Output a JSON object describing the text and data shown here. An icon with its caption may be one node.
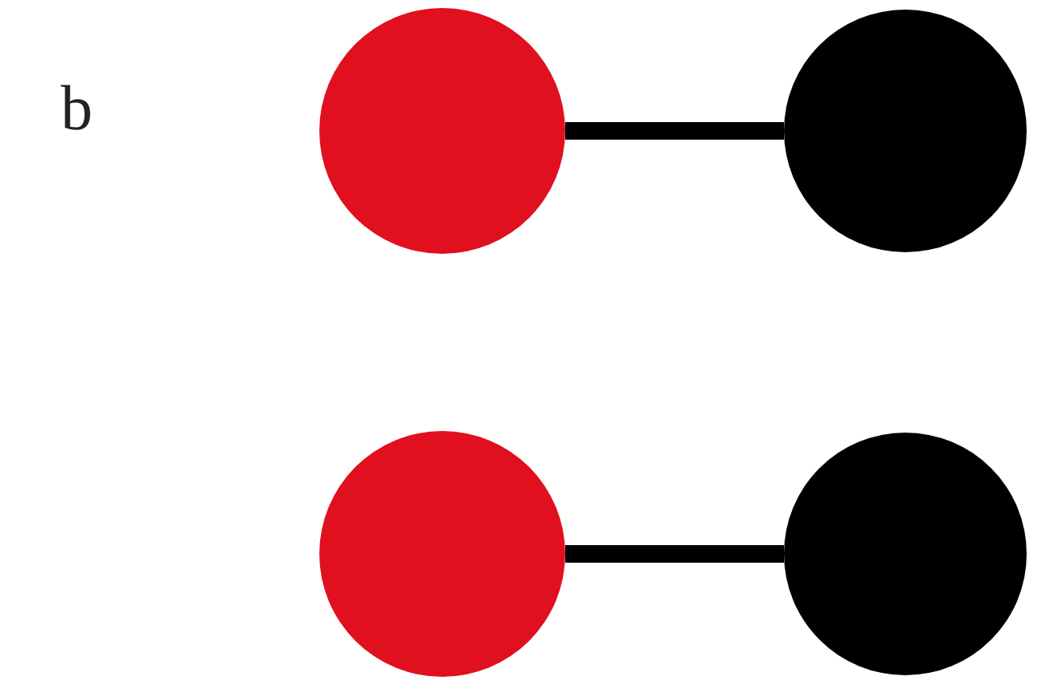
{
  "diagram": {
    "nodes": [
      {
        "text": [],
        "shape": "circle"
      },
      {
        "text": [],
        "shape": "circle"
      },
      {
        "text": [],
        "shape": "circle"
      },
      {
        "text": [],
        "shape": "circle"
      }
    ],
    "edges": [
      {
        "from": 0,
        "to": 1,
        "arrow": "none"
      },
      {
        "from": 2,
        "to": 3,
        "arrow": "none"
      }
    ],
    "labels": [
      "b"
    ]
  }
}
